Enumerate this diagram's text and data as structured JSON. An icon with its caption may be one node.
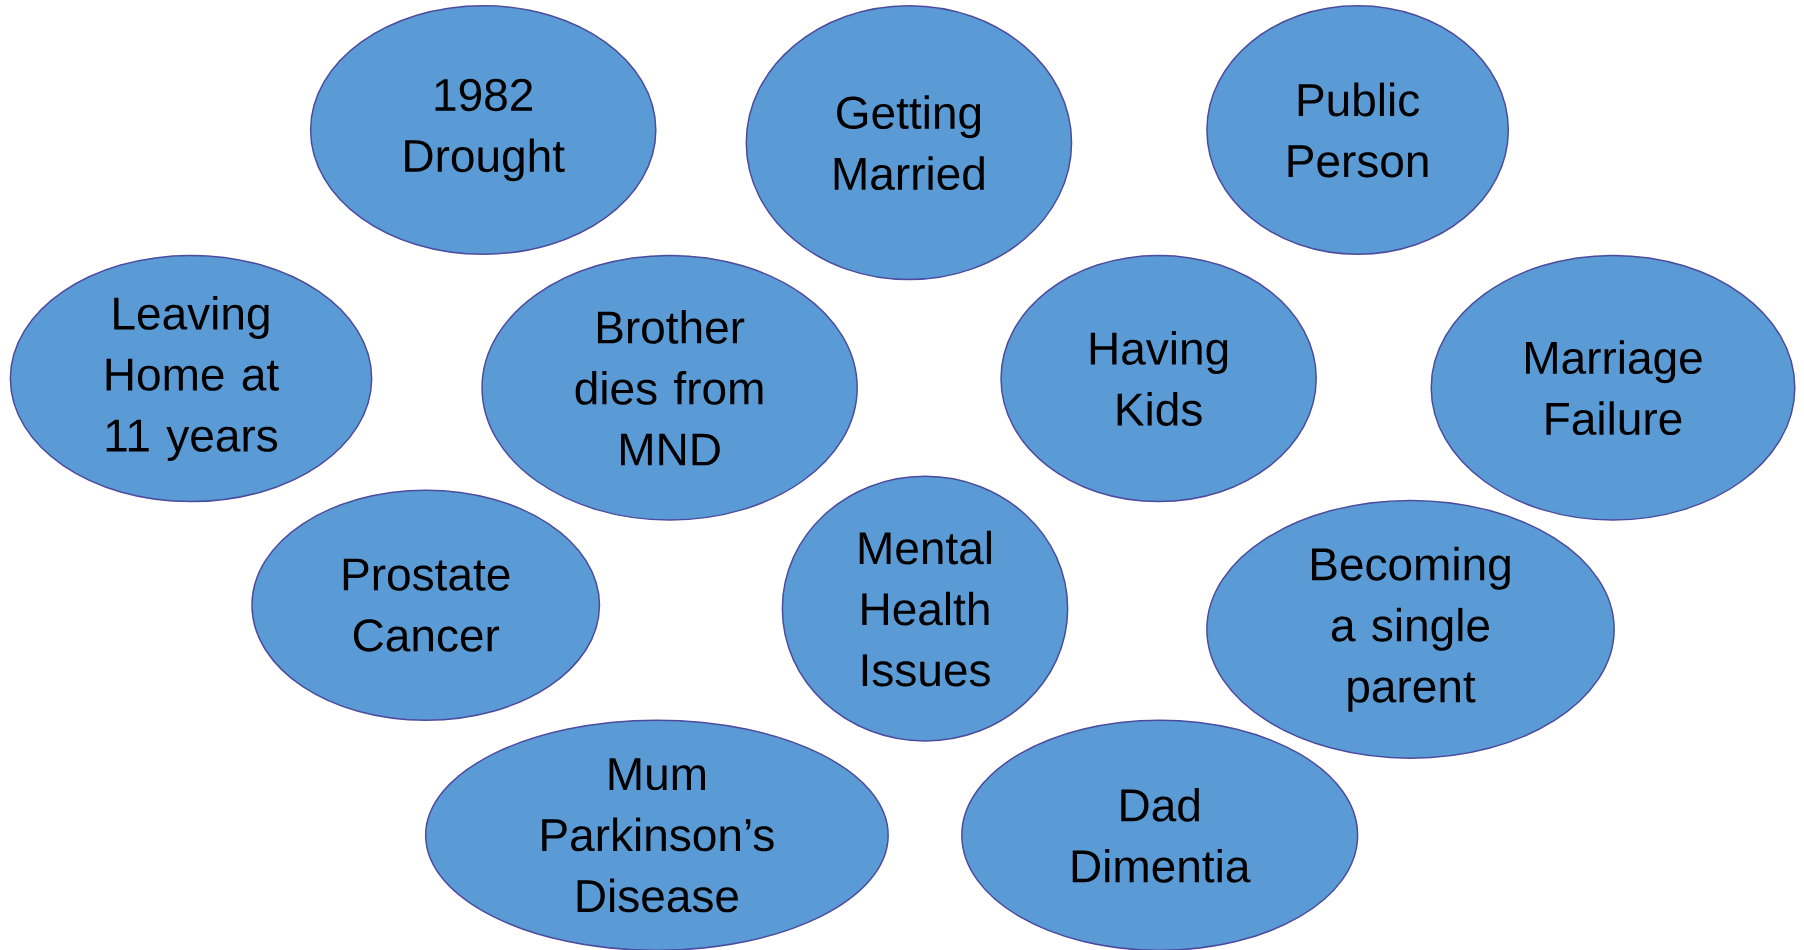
{
  "diagram": {
    "nodes": [
      {
        "text": [
          "1982 Drought"
        ]
      },
      {
        "text": [
          "Getting Married"
        ]
      },
      {
        "text": [
          "Public Person"
        ]
      },
      {
        "text": [
          "Leaving Home at 11 years"
        ]
      },
      {
        "text": [
          "Brother dies from MND"
        ]
      },
      {
        "text": [
          "Having Kids"
        ]
      },
      {
        "text": [
          "Marriage Failure"
        ]
      },
      {
        "text": [
          "Prostate Cancer"
        ]
      },
      {
        "text": [
          "Mental Health Issues"
        ]
      },
      {
        "text": [
          "Becoming a single parent"
        ]
      },
      {
        "text": [
          "Mum Parkinson’s Disease"
        ]
      },
      {
        "text": [
          "Dad Dimentia"
        ]
      }
    ]
  }
}
